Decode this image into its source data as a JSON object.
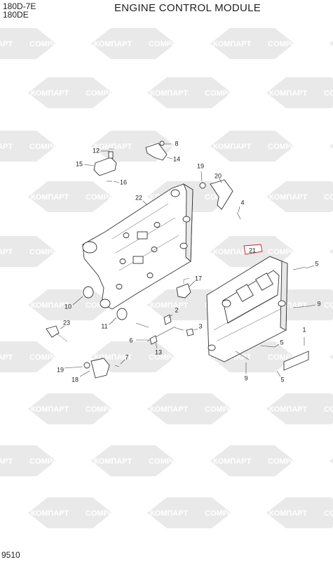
{
  "header": {
    "models": [
      "180D-7E",
      "180DE"
    ],
    "title": "ENGINE CONTROL MODULE"
  },
  "footer": {
    "page_number": "9510"
  },
  "watermark": {
    "brand_ru": "КОМПАРТ",
    "brand_en": "COMPART",
    "color": "#e9e9e9"
  },
  "highlight": {
    "callout": "21",
    "color": "#cc2222"
  },
  "callouts": [
    "1",
    "2",
    "3",
    "4",
    "5",
    "5",
    "5",
    "6",
    "7",
    "8",
    "9",
    "9",
    "10",
    "11",
    "12",
    "13",
    "14",
    "15",
    "16",
    "17",
    "18",
    "19",
    "19",
    "20",
    "21",
    "22",
    "23"
  ]
}
